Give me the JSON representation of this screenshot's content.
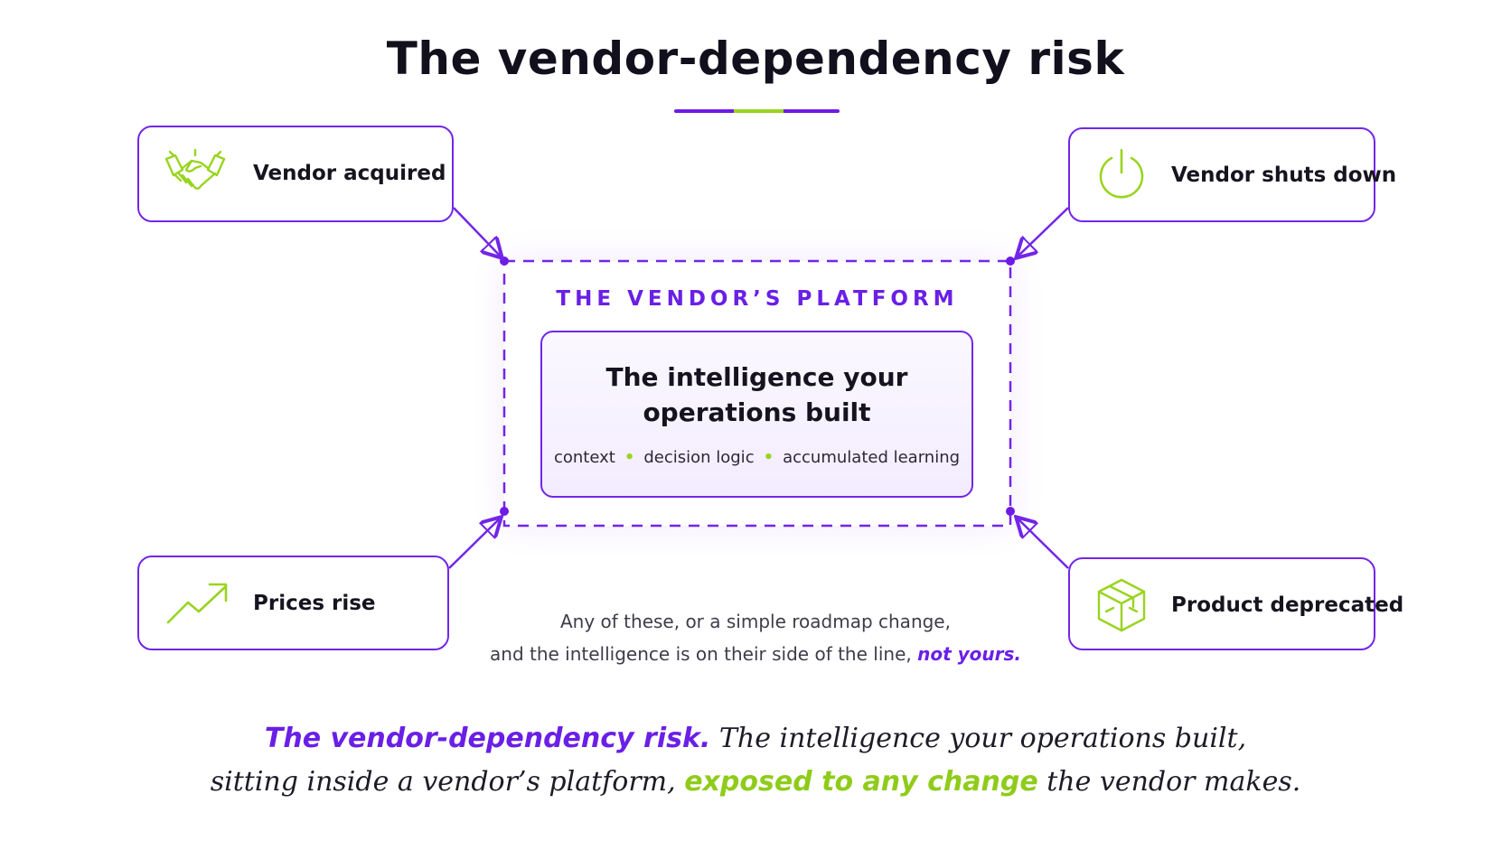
{
  "title": "The vendor-dependency risk",
  "colors": {
    "purple": "#6e1be6",
    "green": "#99d41f",
    "text": "#15131f"
  },
  "risks": [
    {
      "label": "Vendor acquired",
      "icon": "handshake-icon"
    },
    {
      "label": "Vendor shuts down",
      "icon": "power-icon"
    },
    {
      "label": "Prices rise",
      "icon": "trend-up-icon"
    },
    {
      "label": "Product deprecated",
      "icon": "box-icon"
    }
  ],
  "platform": {
    "label": "THE VENDOR’S PLATFORM",
    "inner_title_line1": "The intelligence your",
    "inner_title_line2": "operations built",
    "tags": [
      "context",
      "decision logic",
      "accumulated learning"
    ]
  },
  "caption": {
    "line1": "Any of these, or a simple roadmap change,",
    "line2": "and the intelligence is on their side of the line,",
    "emphasis": "not yours."
  },
  "footer": {
    "part1": "The vendor-dependency risk.",
    "part2": "The intelligence your operations built,",
    "part3": "sitting inside a vendor’s platform,",
    "part4": "exposed to any change",
    "part5": "the vendor makes."
  }
}
